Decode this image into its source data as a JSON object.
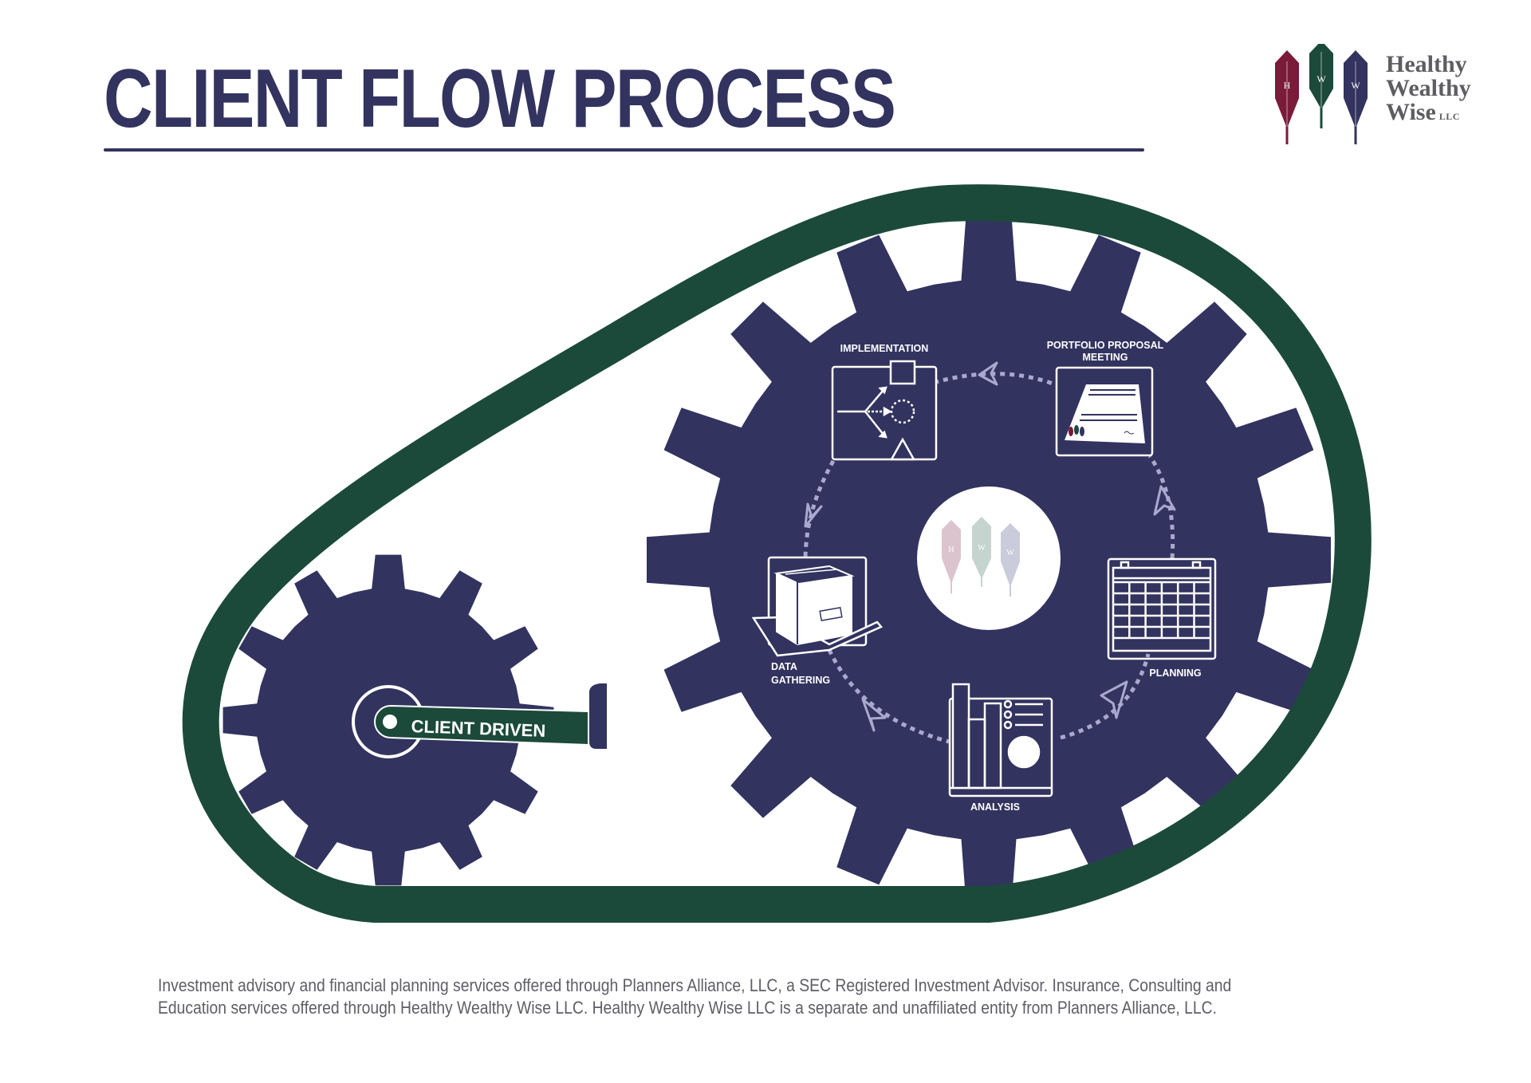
{
  "title": "CLIENT FLOW PROCESS",
  "logo": {
    "feathers": [
      {
        "letter": "H",
        "color": "#7a1b3a"
      },
      {
        "letter": "W",
        "color": "#1c4a3a"
      },
      {
        "letter": "W",
        "color": "#32335f"
      }
    ],
    "line1": "Healthy",
    "line2": "Wealthy",
    "line3": "Wise",
    "suffix": "LLC"
  },
  "colors": {
    "navy": "#32335f",
    "belt_green": "#1c4a3a",
    "arrow_lavender": "#a9a9cf",
    "white": "#ffffff",
    "logo_gray": "#5d5d62"
  },
  "crank": {
    "label": "CLIENT DRIVEN"
  },
  "center_logo": {
    "feathers": [
      {
        "letter": "H",
        "color": "#dcc4cf"
      },
      {
        "letter": "W",
        "color": "#c5d4cf"
      },
      {
        "letter": "W",
        "color": "#cacbdb"
      }
    ]
  },
  "process_steps": [
    {
      "id": "implementation",
      "label": "IMPLEMENTATION",
      "icon": "branching-arrows-icon"
    },
    {
      "id": "portfolio",
      "label_line1": "PORTFOLIO PROPOSAL",
      "label_line2": "MEETING",
      "icon": "signed-document-icon"
    },
    {
      "id": "planning",
      "label": "PLANNING",
      "icon": "calendar-icon"
    },
    {
      "id": "analysis",
      "label": "ANALYSIS",
      "icon": "bar-chart-report-icon"
    },
    {
      "id": "data",
      "label_line1": "DATA",
      "label_line2": "GATHERING",
      "icon": "file-box-icon"
    }
  ],
  "flow_order": [
    "data",
    "analysis",
    "planning",
    "portfolio",
    "implementation",
    "data"
  ],
  "disclaimer": {
    "line1": "Investment advisory and financial planning services offered through Planners Alliance, LLC, a SEC Registered Investment Advisor. Insurance, Consulting and",
    "line2": "Education services offered through Healthy Wealthy Wise LLC. Healthy Wealthy Wise LLC is a separate and unaffiliated entity from Planners Alliance, LLC."
  }
}
